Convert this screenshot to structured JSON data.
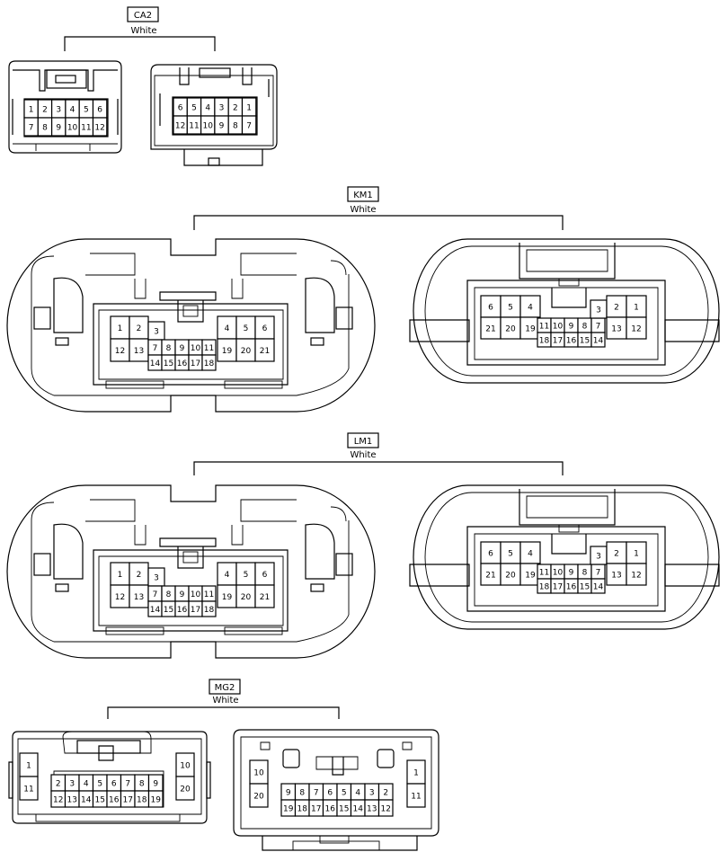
{
  "connectors": [
    {
      "id": "CA2",
      "color": "White",
      "male": {
        "rows": [
          [
            "1",
            "2",
            "3",
            "4",
            "5",
            "6"
          ],
          [
            "7",
            "8",
            "9",
            "10",
            "11",
            "12"
          ]
        ]
      },
      "female": {
        "rows": [
          [
            "6",
            "5",
            "4",
            "3",
            "2",
            "1"
          ],
          [
            "12",
            "11",
            "10",
            "9",
            "8",
            "7"
          ]
        ]
      }
    },
    {
      "id": "KM1",
      "color": "White",
      "male": {
        "left_block": [
          [
            "1",
            "2"
          ],
          [
            "12",
            "13"
          ]
        ],
        "mid_top": [
          "3"
        ],
        "mid_rows": [
          [
            "7",
            "8",
            "9",
            "10",
            "11"
          ],
          [
            "14",
            "15",
            "16",
            "17",
            "18"
          ]
        ],
        "right_block": [
          [
            "4",
            "5",
            "6"
          ],
          [
            "19",
            "20",
            "21"
          ]
        ]
      },
      "female": {
        "left_block": [
          [
            "6",
            "5",
            "4"
          ],
          [
            "21",
            "20",
            "19"
          ]
        ],
        "mid_rows": [
          [
            "11",
            "10",
            "9",
            "8",
            "7"
          ],
          [
            "18",
            "17",
            "16",
            "15",
            "14"
          ]
        ],
        "mid_top": [
          "3"
        ],
        "right_block": [
          [
            "2",
            "1"
          ],
          [
            "13",
            "12"
          ]
        ]
      }
    },
    {
      "id": "LM1",
      "color": "White",
      "male": {
        "left_block": [
          [
            "1",
            "2"
          ],
          [
            "12",
            "13"
          ]
        ],
        "mid_top": [
          "3"
        ],
        "mid_rows": [
          [
            "7",
            "8",
            "9",
            "10",
            "11"
          ],
          [
            "14",
            "15",
            "16",
            "17",
            "18"
          ]
        ],
        "right_block": [
          [
            "4",
            "5",
            "6"
          ],
          [
            "19",
            "20",
            "21"
          ]
        ]
      },
      "female": {
        "left_block": [
          [
            "6",
            "5",
            "4"
          ],
          [
            "21",
            "20",
            "19"
          ]
        ],
        "mid_rows": [
          [
            "11",
            "10",
            "9",
            "8",
            "7"
          ],
          [
            "18",
            "17",
            "16",
            "15",
            "14"
          ]
        ],
        "mid_top": [
          "3"
        ],
        "right_block": [
          [
            "2",
            "1"
          ],
          [
            "13",
            "12"
          ]
        ]
      }
    },
    {
      "id": "MG2",
      "color": "White",
      "male": {
        "left_col": [
          "1",
          "11"
        ],
        "rows": [
          [
            "2",
            "3",
            "4",
            "5",
            "6",
            "7",
            "8",
            "9"
          ],
          [
            "12",
            "13",
            "14",
            "15",
            "16",
            "17",
            "18",
            "19"
          ]
        ],
        "right_col": [
          "10",
          "20"
        ]
      },
      "female": {
        "left_col": [
          "10",
          "20"
        ],
        "rows": [
          [
            "9",
            "8",
            "7",
            "6",
            "5",
            "4",
            "3",
            "2"
          ],
          [
            "19",
            "18",
            "17",
            "16",
            "15",
            "14",
            "13",
            "12"
          ]
        ],
        "right_col": [
          "1",
          "11"
        ]
      }
    }
  ]
}
